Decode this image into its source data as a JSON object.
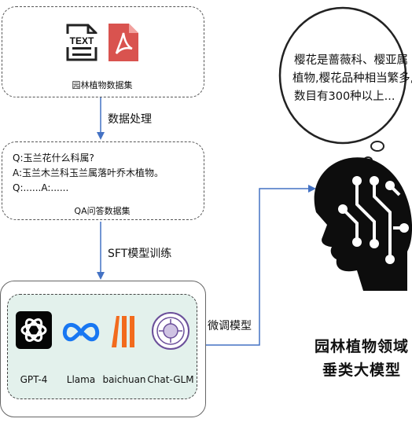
{
  "dataset_box": {
    "doc_icon_text": "TEXT",
    "caption": "园林植物数据集"
  },
  "step1_label": "数据处理",
  "qa_box": {
    "lines": [
      "Q:玉兰花什么科属?",
      "A:玉兰木兰科玉兰属落叶乔木植物。",
      "Q:......A:......"
    ],
    "caption": "QA问答数据集"
  },
  "step2_label": "SFT模型训练",
  "models": [
    {
      "name": "GPT-4",
      "icon": "openai-logo-icon"
    },
    {
      "name": "Llama",
      "icon": "meta-infinity-icon"
    },
    {
      "name": "baichuan",
      "icon": "baichuan-logo-icon"
    },
    {
      "name": "Chat-GLM",
      "icon": "tsinghua-seal-icon"
    }
  ],
  "finetune_label": "微调模型",
  "speech_bubble": {
    "lines": [
      "樱花是蔷薇科、樱亚属",
      "植物,樱花品种相当繁多,",
      "数目有300种以上..."
    ]
  },
  "result_title": {
    "line1": "园林植物领域",
    "line2": "垂类大模型"
  },
  "colors": {
    "arrow": "#4472c4",
    "inner_panel": "#e3f1ec",
    "meta_blue": "#1877f2",
    "baichuan_orange": "#f26b1d",
    "tsinghua_purple": "#6b4f9a",
    "pdf_red": "#d9534f"
  }
}
